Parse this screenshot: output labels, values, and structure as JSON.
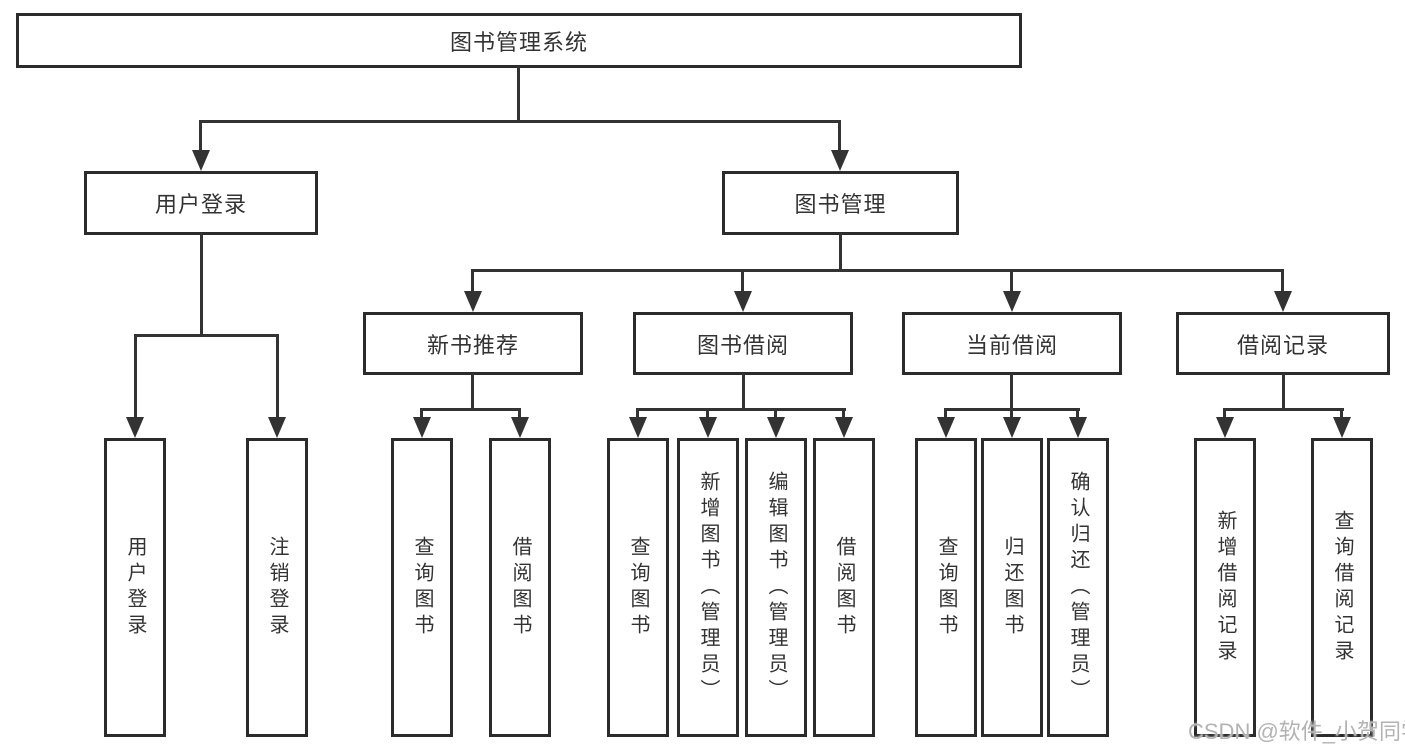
{
  "diagram": {
    "root": {
      "label": "图书管理系统"
    },
    "level2": [
      {
        "label": "用户登录"
      },
      {
        "label": "图书管理"
      }
    ],
    "level3": [
      {
        "label": "新书推荐"
      },
      {
        "label": "图书借阅"
      },
      {
        "label": "当前借阅"
      },
      {
        "label": "借阅记录"
      }
    ],
    "level4": {
      "user_login": [
        {
          "label": "用户登录"
        },
        {
          "label": "注销登录"
        }
      ],
      "new_book_recommend": [
        {
          "label": "查询图书"
        },
        {
          "label": "借阅图书"
        }
      ],
      "book_borrow": [
        {
          "label": "查询图书"
        },
        {
          "label": "新增图书（管理员）"
        },
        {
          "label": "编辑图书（管理员）"
        },
        {
          "label": "借阅图书"
        }
      ],
      "current_borrow": [
        {
          "label": "查询图书"
        },
        {
          "label": "归还图书"
        },
        {
          "label": "确认归还（管理员）"
        }
      ],
      "borrow_record": [
        {
          "label": "新增借阅记录"
        },
        {
          "label": "查询借阅记录"
        }
      ]
    }
  },
  "watermark": {
    "text": "CSDN @软件_小贺同学"
  },
  "colors": {
    "line": "#333333",
    "border": "#2b2b2b",
    "text": "#333333",
    "watermark": "#b3b3b3",
    "background": "#ffffff"
  }
}
